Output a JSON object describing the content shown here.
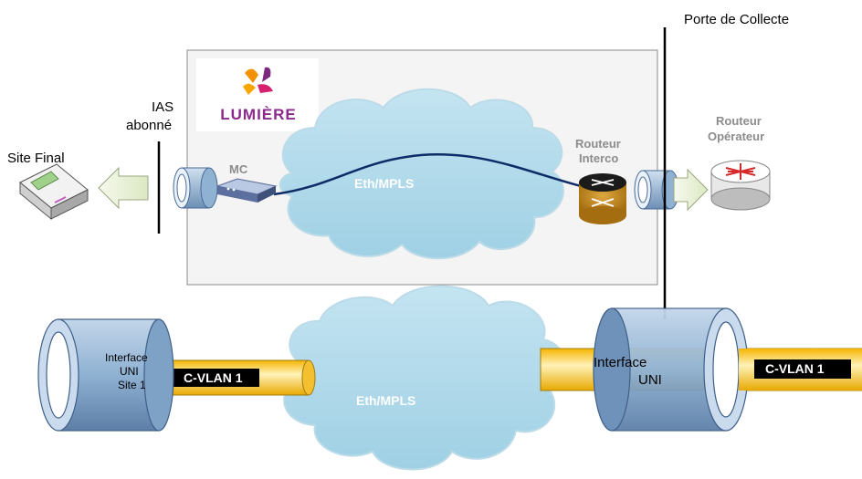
{
  "labels": {
    "porte_collecte": "Porte de Collecte",
    "ias_line1": "IAS",
    "ias_line2": "abonné",
    "site_final": "Site Final",
    "mc": "MC",
    "eth_mpls_top": "Eth/MPLS",
    "routeur_interco_1": "Routeur",
    "routeur_interco_2": "Interco",
    "routeur_operateur_1": "Routeur",
    "routeur_operateur_2": "Opérateur",
    "eth_mpls_bottom": "Eth/MPLS",
    "interface_left_1": "Interface",
    "interface_left_2": "UNI",
    "interface_left_3": "Site 1",
    "cvlan_left": "C-VLAN 1",
    "interface_right_1": "Interface",
    "interface_right_2": "UNI",
    "cvlan_right": "C-VLAN 1"
  },
  "logo": {
    "text": "LUMIÈRE",
    "colors": {
      "orange": "#f39200",
      "purple": "#7b2a7e",
      "pink": "#d6216f",
      "text": "#8b2a8c"
    }
  },
  "colors": {
    "cloud": "#a9d6e8",
    "cloud_edge": "#8cc4dc",
    "pipe": "#f7c320",
    "pipe_edge": "#a07c10",
    "cylinder": "#8fb1d2",
    "cylinder_dark": "#5d7fa8",
    "panel": "#f4f4f4",
    "arrow": "#e9f2d5",
    "link": "#0d2b66"
  }
}
